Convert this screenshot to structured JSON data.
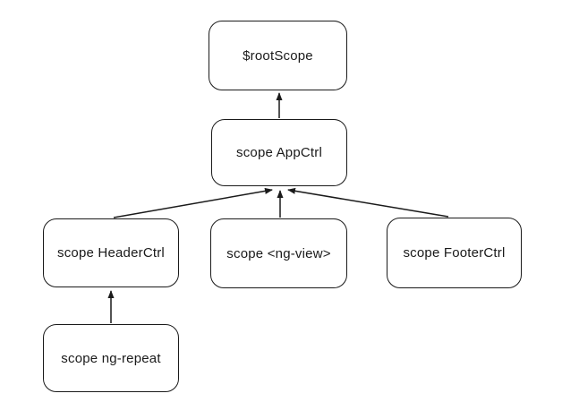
{
  "diagram": {
    "type": "tree",
    "nodes": [
      {
        "id": "rootscope",
        "label": "$rootScope"
      },
      {
        "id": "appctrl",
        "label": "scope AppCtrl"
      },
      {
        "id": "headerctrl",
        "label": "scope HeaderCtrl"
      },
      {
        "id": "ngview",
        "label": "scope <ng-view>"
      },
      {
        "id": "footerctrl",
        "label": "scope FooterCtrl"
      },
      {
        "id": "ngrepeat",
        "label": "scope ng-repeat"
      }
    ],
    "edges": [
      {
        "from": "appctrl",
        "to": "rootscope",
        "arrowhead": "to"
      },
      {
        "from": "headerctrl",
        "to": "appctrl",
        "arrowhead": "to"
      },
      {
        "from": "ngview",
        "to": "appctrl",
        "arrowhead": "to"
      },
      {
        "from": "footerctrl",
        "to": "appctrl",
        "arrowhead": "to"
      },
      {
        "from": "ngrepeat",
        "to": "headerctrl",
        "arrowhead": "to"
      }
    ],
    "colors": {
      "background": "#ffffff",
      "node_fill": "#ffffff",
      "node_border": "#1a1a1a",
      "text": "#1a1a1a",
      "line": "#1a1a1a"
    }
  }
}
